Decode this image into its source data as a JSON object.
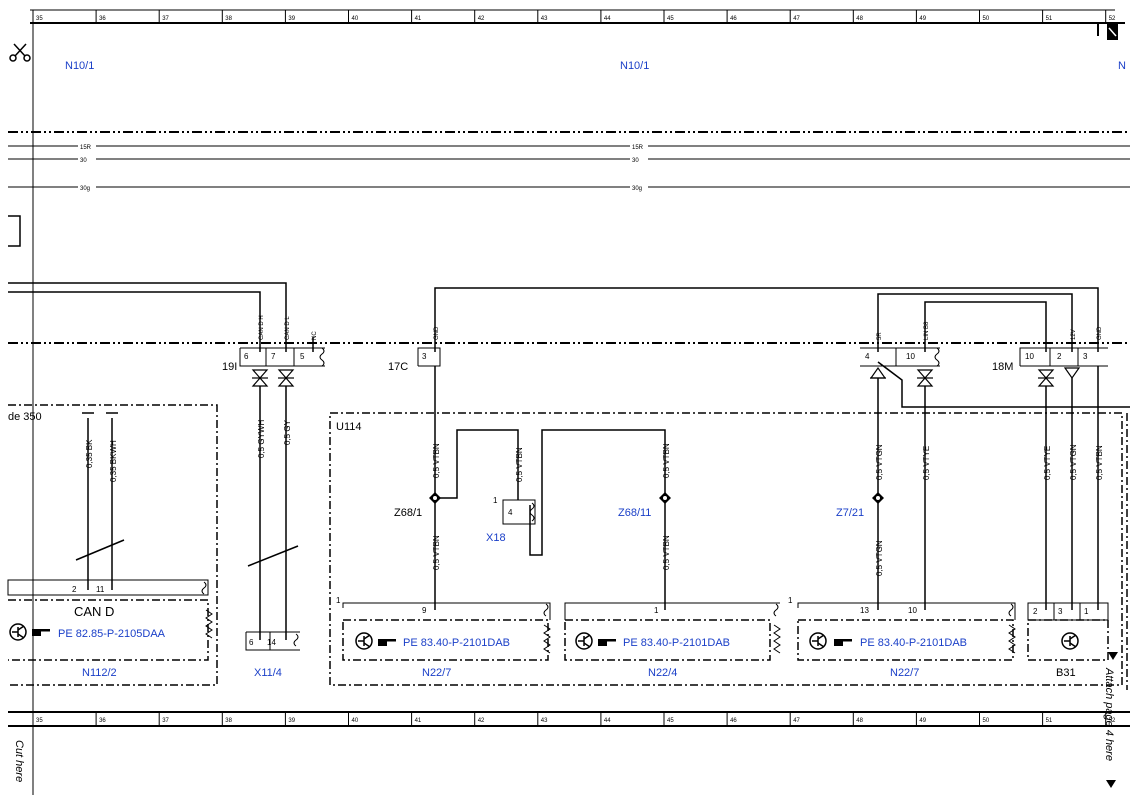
{
  "ruler": {
    "numbers": [
      "35",
      "36",
      "37",
      "38",
      "39",
      "40",
      "41",
      "42",
      "43",
      "44",
      "45",
      "46",
      "47",
      "48",
      "49",
      "50",
      "51",
      "52"
    ]
  },
  "modules": {
    "n10_1_left": "N10/1",
    "n10_1_center": "N10/1",
    "n_right": "N"
  },
  "bus": {
    "left": [
      "15R",
      "30",
      "30g"
    ],
    "center": [
      "15R",
      "30",
      "30g"
    ]
  },
  "connectors": {
    "c19i": "19I",
    "c17c": "17C",
    "c18m": "18M",
    "x11_4": "X11/4",
    "x18": "X18",
    "z68_1": "Z68/1",
    "z68_11": "Z68/11",
    "z7_21": "Z7/21"
  },
  "units": {
    "de350": "de 350",
    "u114": "U114",
    "can_d": "CAN D",
    "n112_2": "N112/2",
    "n22_7a": "N22/7",
    "n22_4": "N22/4",
    "n22_7b": "N22/7",
    "b31": "B31"
  },
  "refs": {
    "pe1": "PE 82.85-P-2105DAA",
    "pe2": "PE 83.40-P-2101DAB",
    "pe3": "PE 83.40-P-2101DAB",
    "pe4": "PE 83.40-P-2101DAB"
  },
  "signals": {
    "can_dh": "CAN D H",
    "can_dl": "CAN D L",
    "nc": "NC",
    "gnd1": "GND",
    "sr": "5R",
    "linb8": "LIN B8",
    "v12": "12V",
    "gnd2": "GND"
  },
  "pins": {
    "p19i": [
      "6",
      "7",
      "5"
    ],
    "p17c": "3",
    "p18a": [
      "4",
      "10"
    ],
    "p18m": [
      "10",
      "2",
      "3"
    ],
    "p_n112": [
      "2",
      "11"
    ],
    "p_x11_4": [
      "6",
      "14"
    ],
    "p_x18": [
      "1",
      "4"
    ],
    "p_n22_7a_box": "1",
    "p_n22_7a": "9",
    "p_n22_4": "1",
    "p_n22_7b_box": "1",
    "p_n22_7b": [
      "13",
      "10"
    ],
    "p_b31": [
      "2",
      "3",
      "1"
    ]
  },
  "wires": {
    "bk": "0,35 BK",
    "bkwh": "0,35 BKWH",
    "gywh": "0,5 GYWH",
    "gy": "0,5 GY",
    "vtbn1": "0,5 VTBN",
    "vtbn2": "0,5 VTBN",
    "vtbn3": "0,5 VTBN",
    "vtbn4": "0,5 VTBN",
    "vtbn5": "0,5 VTBN",
    "vtgn1": "0,5 VTGN",
    "vtgn2": "0,5 VTGN",
    "vtye1": "0,5 VTYE",
    "vtye2": "0,5 VTYE",
    "vtgn3": "0,5 VTGN",
    "vtbn6": "0,5 VTBN"
  },
  "margin": {
    "cut_here": "Cut here",
    "attach": "Attach page 4 here"
  }
}
